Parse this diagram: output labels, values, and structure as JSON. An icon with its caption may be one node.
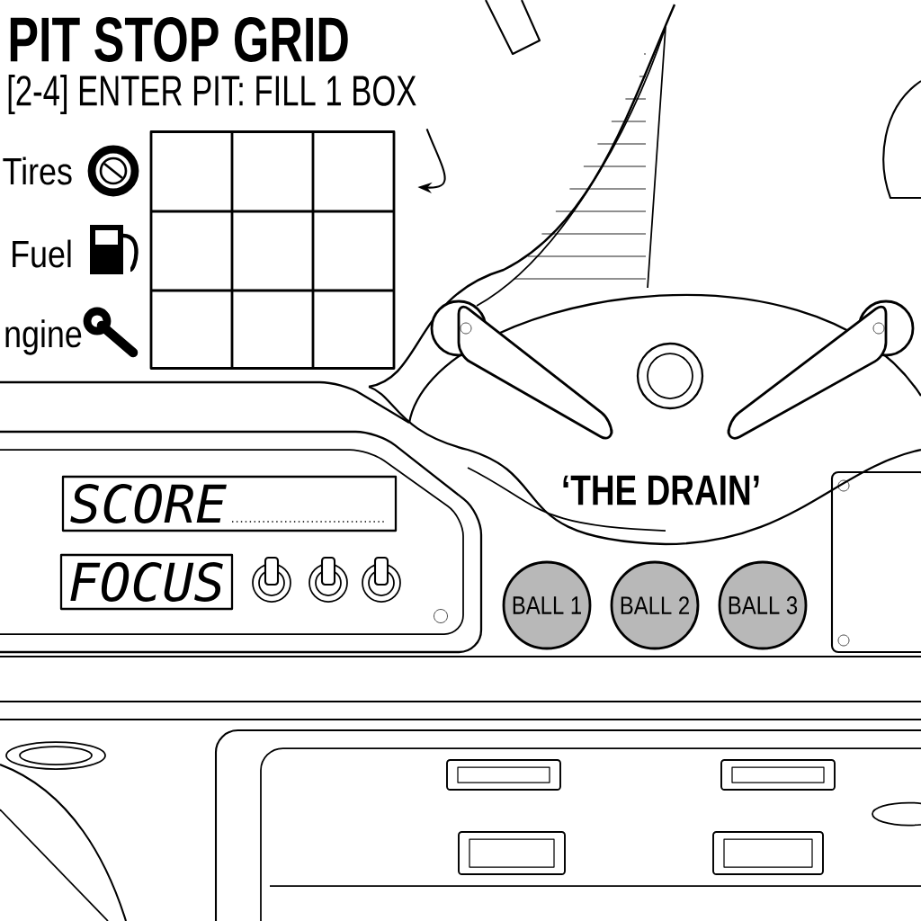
{
  "diagram": {
    "title": "PIT STOP GRID",
    "nodes": [
      {
        "text": [
          "[2-4] ENTER PIT: FILL 1 BOX"
        ]
      },
      {
        "text": [],
        "shape": "box"
      },
      {
        "text": [
          "SCORE"
        ]
      },
      {
        "text": [
          "FOCUS"
        ]
      },
      {
        "text": [
          "BALL 1"
        ]
      },
      {
        "text": [
          "BALL 2"
        ]
      },
      {
        "text": [
          "BALL 3"
        ]
      }
    ],
    "edges": [
      {
        "from": 0,
        "to": 1,
        "arrow": "to"
      }
    ],
    "labels": [
      "Tires",
      "Fuel",
      "ngine",
      "‘THE DRAIN’"
    ]
  }
}
